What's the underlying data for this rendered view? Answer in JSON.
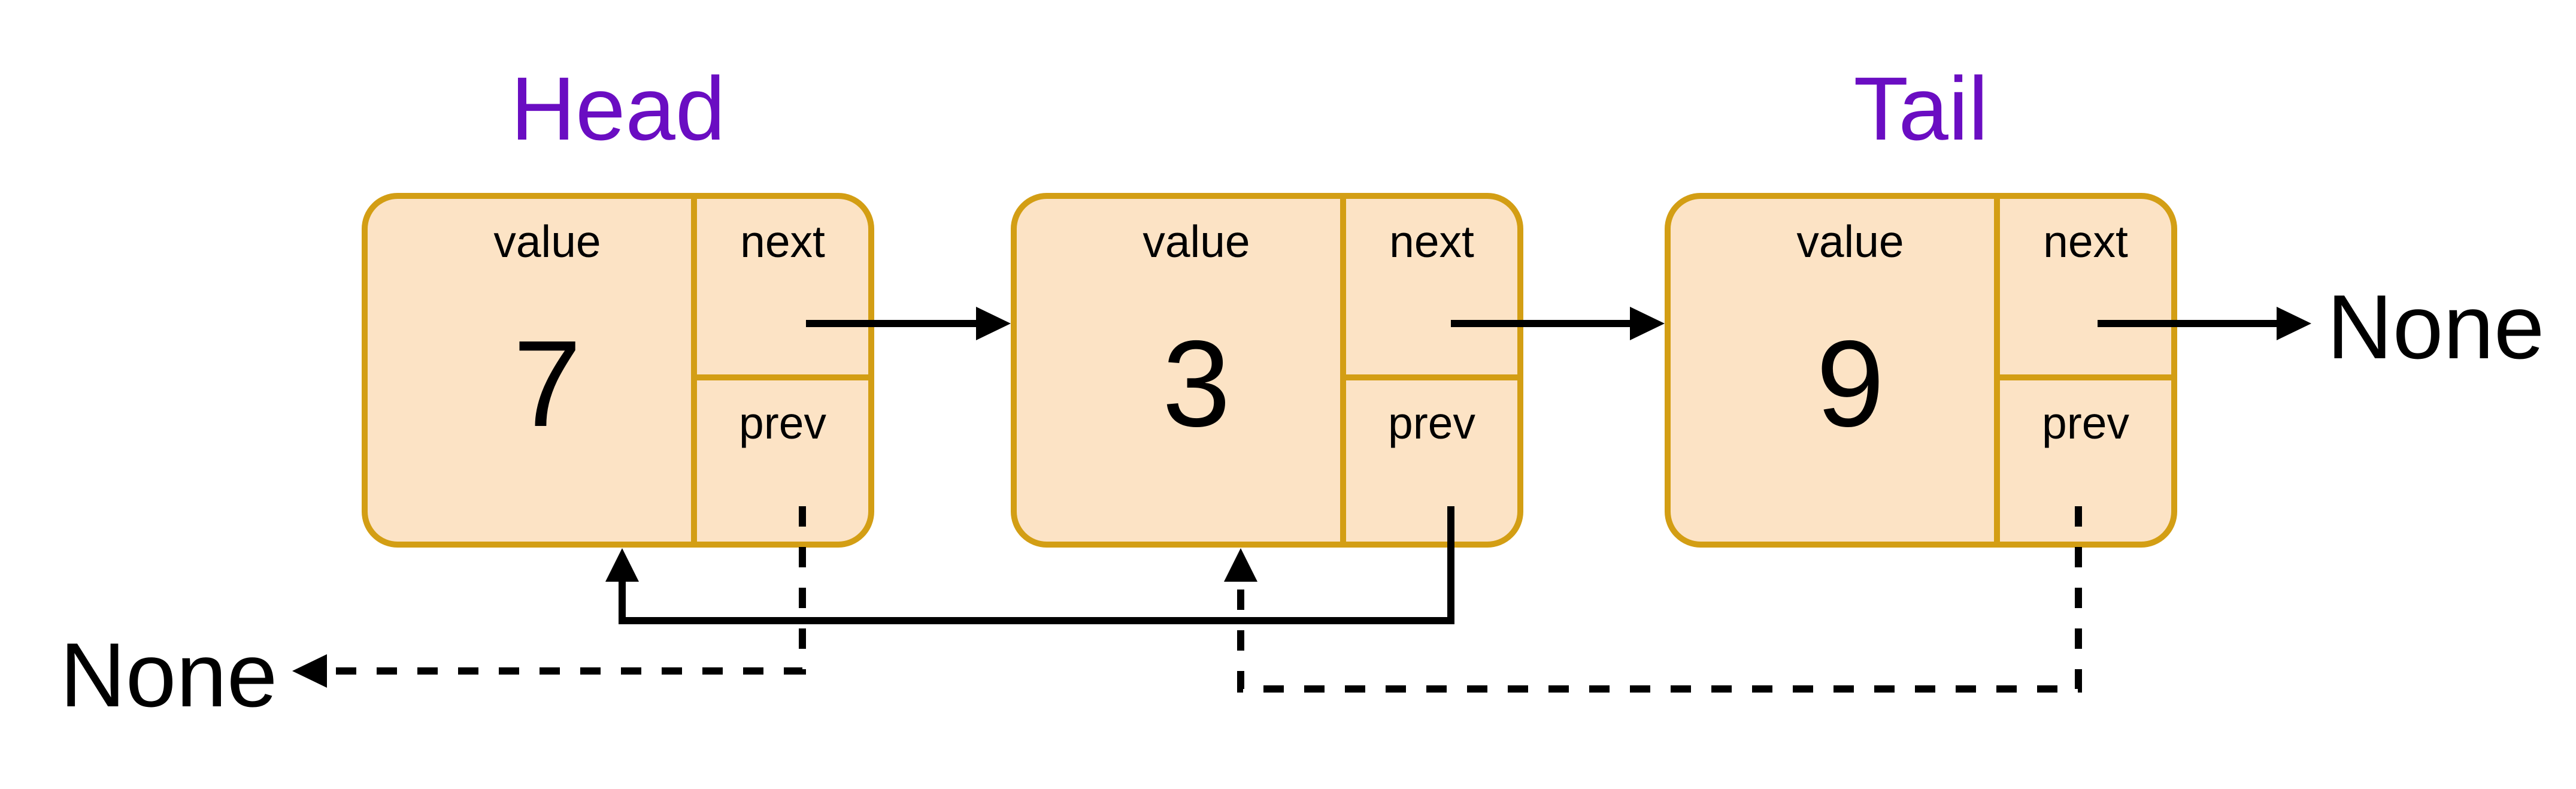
{
  "diagram": {
    "title_semantics": "doubly linked list with three nodes",
    "head_label": "Head",
    "tail_label": "Tail",
    "field_labels": {
      "value": "value",
      "next": "next",
      "prev": "prev"
    },
    "nodes": [
      {
        "value": "7",
        "role": "head"
      },
      {
        "value": "3",
        "role": "middle"
      },
      {
        "value": "9",
        "role": "tail"
      }
    ],
    "none_left": "None",
    "none_right": "None",
    "colors": {
      "node_border": "#D39E14",
      "node_fill": "#FCE3C5",
      "pointer_label": "#6A0DC2",
      "arrow": "#000000"
    }
  }
}
